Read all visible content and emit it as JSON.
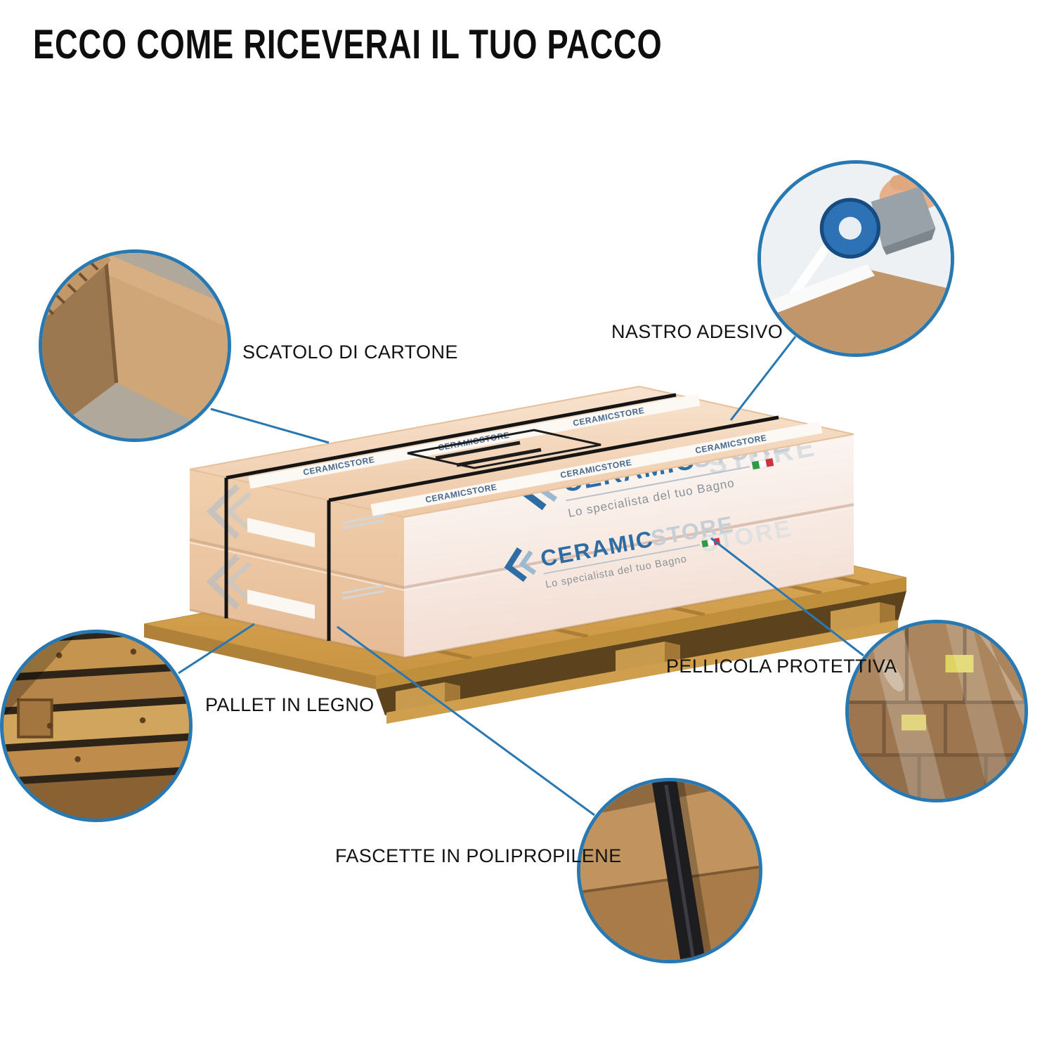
{
  "title": "ECCO COME RICEVERAI IL TUO PACCO",
  "callouts": {
    "cardboard": {
      "label": "SCATOLO DI CARTONE"
    },
    "tape": {
      "label": "NASTRO ADESIVO"
    },
    "pallet": {
      "label": "PALLET IN LEGNO"
    },
    "film": {
      "label": "PELLICOLA PROTETTIVA"
    },
    "strap": {
      "label": "FASCETTE IN POLIPROPILENE"
    }
  },
  "brand": {
    "name_primary": "CERAMIC",
    "name_secondary": "STORE",
    "tagline": "Lo specialista del tuo Bagno",
    "tape_text": "CERAMICSTORE",
    "watermark": "STORE"
  },
  "colors": {
    "accent_blue": "#2878b2",
    "logo_blue": "#2e6da4",
    "logo_gray": "#c6cfd7",
    "cardboard_peach": "#f2d5ba",
    "wood": "#d8a755",
    "strap_black": "#151515",
    "tape_white": "#fcf8f3"
  }
}
